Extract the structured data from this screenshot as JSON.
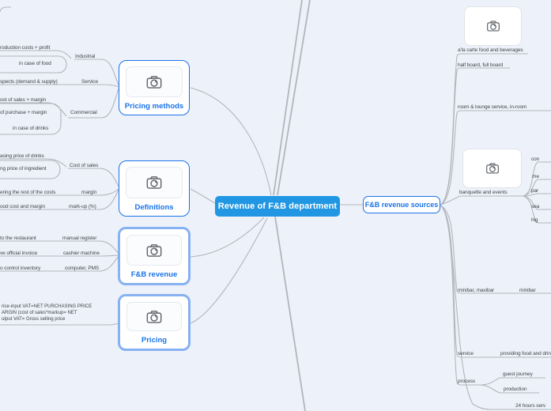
{
  "colors": {
    "bg": "#edf1f9",
    "line": "#b2b6bb",
    "text": "#3f4449",
    "accent": "#1a73e8",
    "node_blue": "#2197e3",
    "sel_border": "#86b1f2",
    "icon": "#5f6368"
  },
  "center_node": {
    "label": "Revenue of F&B department"
  },
  "sources_node": {
    "label": "F&B revenue sources"
  },
  "cards": {
    "pricing_methods": {
      "label": "Pricing methods"
    },
    "definitions": {
      "label": "Definitions"
    },
    "fb_revenue": {
      "label": "F&B revenue"
    },
    "pricing": {
      "label": "Pricing"
    }
  },
  "left": {
    "pricing_methods_children": {
      "production_costs": "roduction costs + profit",
      "in_case_of_food": "in case of food",
      "industrial": "Industrial",
      "aspects": "spects (demand & supply)",
      "service": "Service",
      "cost_of_sales_margin": "ost of sales + margin",
      "purchase_margin": "of purchase + margin",
      "commercial": "Commercial",
      "in_case_of_drinks": "in case of drinks"
    },
    "definitions_children": {
      "price_drinks": "asing price of drinks",
      "price_ingredient": "ng price of ingredient",
      "cost_of_sales": "Cost of sales",
      "covering": "ering the rest of the costs",
      "margin": "margin",
      "food_cost": "ood cost and margin",
      "markup": "mark-up (%)"
    },
    "fb_revenue_children": {
      "restaurant": "to the restaurant",
      "manual_register": "manual register",
      "invoice": "ve official invoice",
      "cashier": "cashier machine",
      "inventory": "o control inventory",
      "computer": "computer, PMS"
    },
    "pricing_note": {
      "line1": "rice-input VAT=NET PURCHASING PRICE",
      "line2": "ARGIN (cost of sales*markup= NET",
      "line3": "utput VAT= Gross selling price"
    }
  },
  "right": {
    "a_la_carte": "a'la carte food and beverages",
    "half_board": "half board, full board",
    "room_service": "room & lounge service, in-room",
    "banquets": "banquette and events",
    "banquet_children": [
      "con",
      "me",
      "par",
      "sea",
      "hig"
    ],
    "minibar_group": "minibar, maxibar",
    "minibar": "minibar",
    "service": "service",
    "providing": "providing food and drin",
    "process": "process",
    "guest_journey": "guest journey",
    "production": "production",
    "hours": "24 hours serv"
  }
}
